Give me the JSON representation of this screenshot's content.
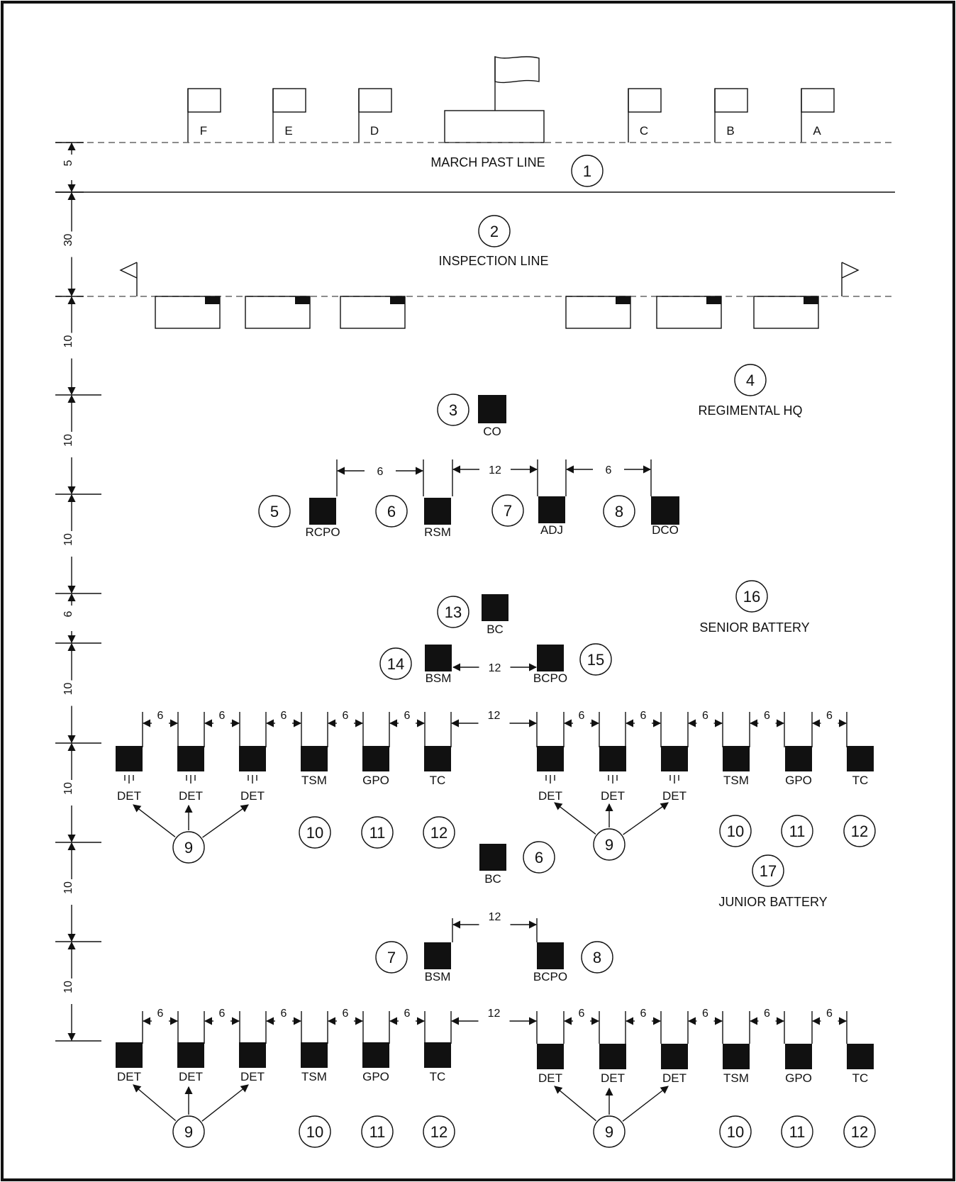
{
  "colors": {
    "ink": "#111111",
    "dashed_line": "#666666",
    "background": "#ffffff"
  },
  "flags": {
    "F": "F",
    "E": "E",
    "D": "D",
    "C": "C",
    "B": "B",
    "A": "A"
  },
  "lines": {
    "march_past": "MARCH PAST LINE",
    "inspection": "INSPECTION LINE"
  },
  "headers": {
    "regimental_hq": "REGIMENTAL HQ",
    "senior_battery": "SENIOR BATTERY",
    "junior_battery": "JUNIOR BATTERY"
  },
  "positions": {
    "co": "CO",
    "rcpo": "RCPO",
    "rsm": "RSM",
    "adj": "ADJ",
    "dco": "DCO",
    "bc": "BC",
    "bsm": "BSM",
    "bcpo": "BCPO",
    "det": "DET",
    "tsm": "TSM",
    "gpo": "GPO",
    "tc": "TC"
  },
  "numbers": {
    "n1": "1",
    "n2": "2",
    "n3": "3",
    "n4": "4",
    "n5": "5",
    "n6": "6",
    "n7": "7",
    "n8": "8",
    "n9": "9",
    "n10": "10",
    "n11": "11",
    "n12": "12",
    "n13": "13",
    "n14": "14",
    "n15": "15",
    "n16": "16",
    "n17": "17"
  },
  "distances": {
    "d5": "5",
    "d30": "30",
    "d10": "10",
    "d6": "6",
    "d12": "12"
  }
}
